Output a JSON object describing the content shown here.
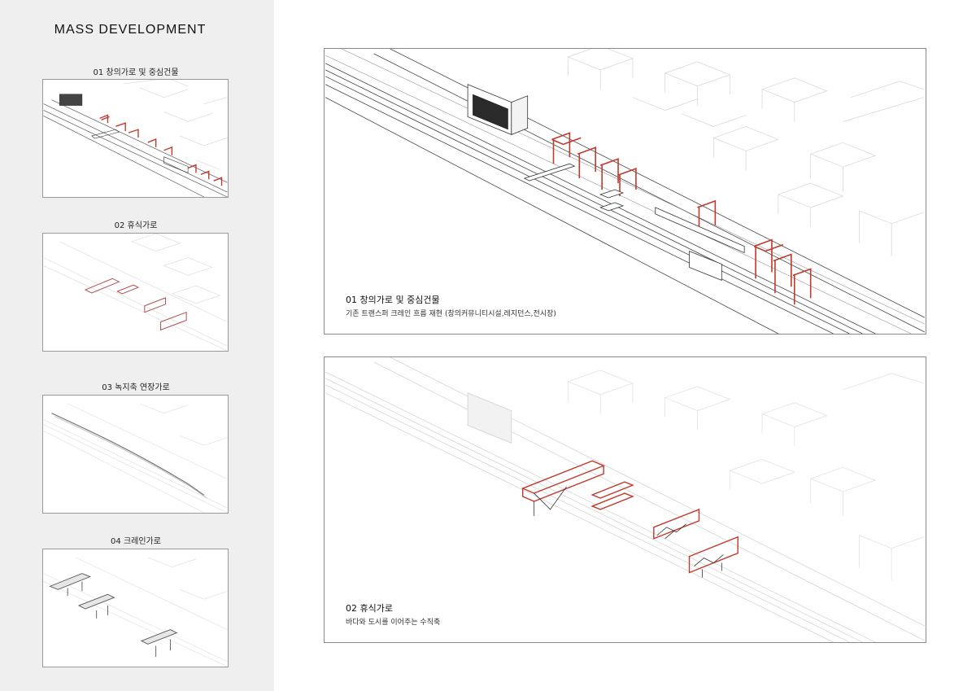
{
  "page": {
    "title": "MASS DEVELOPMENT"
  },
  "thumbnails": [
    {
      "label": "01 창의가로 및 중심건물"
    },
    {
      "label": "02 휴식가로"
    },
    {
      "label": "03 녹지축 연장가로"
    },
    {
      "label": "04 크레인가로"
    }
  ],
  "panels": [
    {
      "title": "01 창의가로 및 중심건물",
      "subtitle": "기존 트랜스퍼 크레인 흐름 재현 (창의커뮤니티시설,레지던스,전시장)"
    },
    {
      "title": "02 휴식가로",
      "subtitle": "바다와 도시를 이어주는 수직축"
    }
  ],
  "colors": {
    "sidebar_bg": "#efefef",
    "accent_red": "#c0392b",
    "line_dark": "#333333",
    "line_light": "#c8c8c8"
  }
}
